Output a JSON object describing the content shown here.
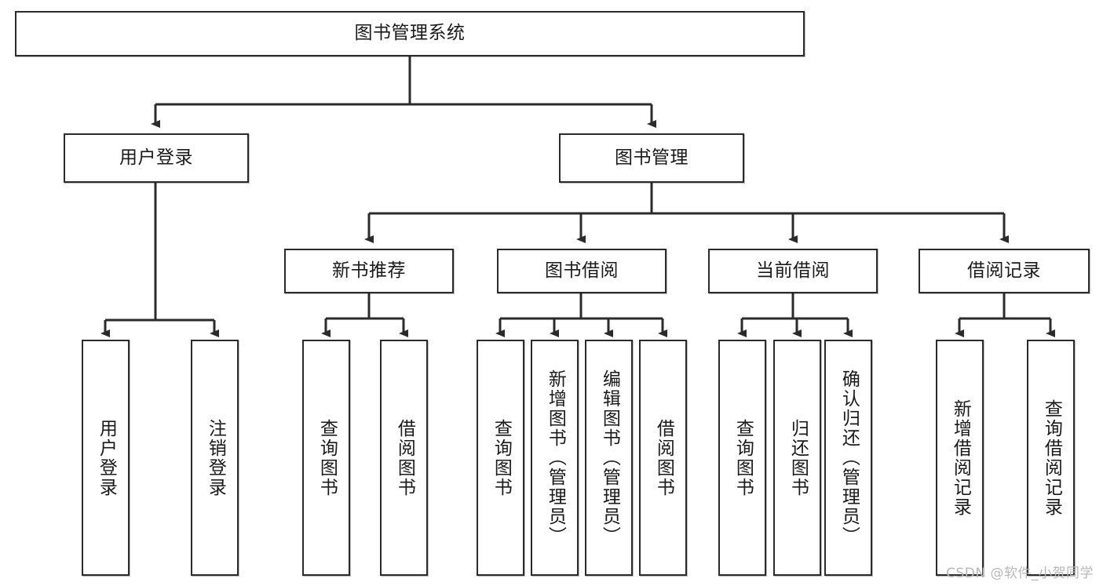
{
  "diagram": {
    "title": "图书管理系统",
    "type": "tree-hierarchy",
    "root": {
      "id": "root",
      "label": "图书管理系统"
    },
    "level2": [
      {
        "id": "user-login",
        "label": "用户登录"
      },
      {
        "id": "book-manage",
        "label": "图书管理"
      }
    ],
    "level3": [
      {
        "id": "new-book-rec",
        "label": "新书推荐"
      },
      {
        "id": "book-borrow",
        "label": "图书借阅"
      },
      {
        "id": "current-borrow",
        "label": "当前借阅"
      },
      {
        "id": "borrow-record",
        "label": "借阅记录"
      }
    ],
    "leaves": {
      "user_login": [
        {
          "id": "leaf-user-login",
          "label": "用户登录"
        },
        {
          "id": "leaf-logout-login",
          "label": "注销登录"
        }
      ],
      "new_book_rec": [
        {
          "id": "leaf-query-book-1",
          "label": "查询图书"
        },
        {
          "id": "leaf-borrow-book-1",
          "label": "借阅图书"
        }
      ],
      "book_borrow": [
        {
          "id": "leaf-query-book-2",
          "label": "查询图书"
        },
        {
          "id": "leaf-add-book",
          "label": "新增图书（管理员）"
        },
        {
          "id": "leaf-edit-book",
          "label": "编辑图书（管理员）"
        },
        {
          "id": "leaf-borrow-book-2",
          "label": "借阅图书"
        }
      ],
      "current_borrow": [
        {
          "id": "leaf-query-book-3",
          "label": "查询图书"
        },
        {
          "id": "leaf-return-book",
          "label": "归还图书"
        },
        {
          "id": "leaf-confirm-return",
          "label": "确认归还（管理员）"
        }
      ],
      "borrow_record": [
        {
          "id": "leaf-add-record",
          "label": "新增借阅记录"
        },
        {
          "id": "leaf-query-record",
          "label": "查询借阅记录"
        }
      ]
    },
    "colors": {
      "stroke": "#2b2b2b",
      "fill": "#ffffff",
      "text": "#1a1a1a",
      "watermark": "#b8b8b8"
    }
  },
  "watermark": {
    "text": "CSDN @软件_小贺同学"
  }
}
